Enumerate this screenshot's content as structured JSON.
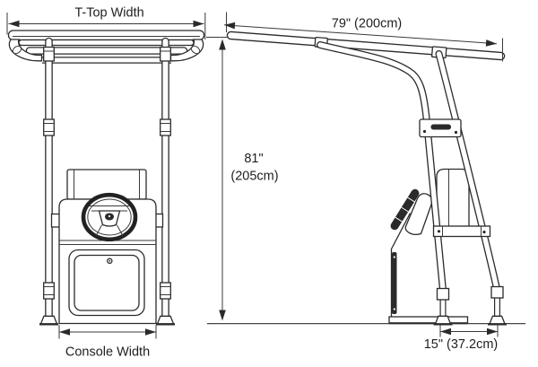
{
  "diagram": {
    "colors": {
      "background": "#ffffff",
      "line": "#2b2b2b",
      "text": "#1f1f1f"
    },
    "labels": {
      "t_top_width": "T-Top Width",
      "console_width": "Console Width",
      "canopy_length": "79\" (200cm)",
      "height_in": "81\"",
      "height_cm": "(205cm)",
      "leg_spacing": "15\" (37.2cm)"
    }
  }
}
